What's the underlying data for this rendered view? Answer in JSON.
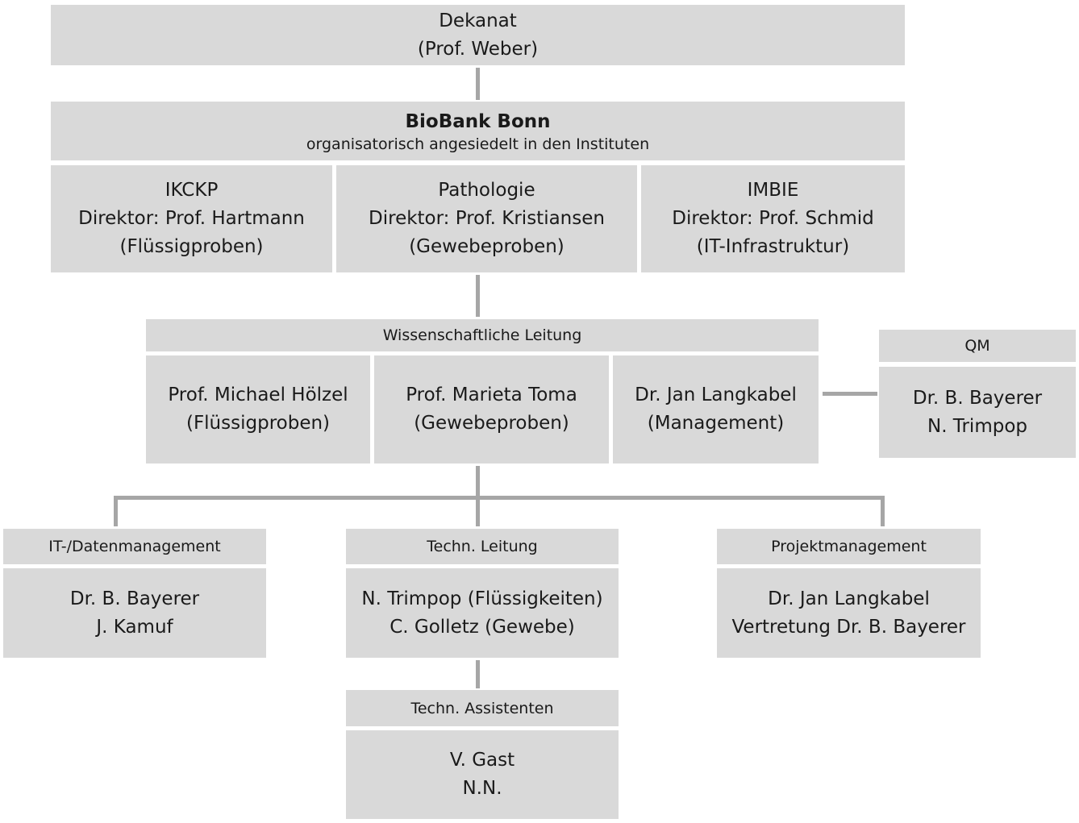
{
  "dekanat": {
    "title": "Dekanat",
    "person": "(Prof. Weber)"
  },
  "biobank": {
    "title": "BioBank Bonn",
    "subtitle": "organisatorisch angesiedelt in den Instituten"
  },
  "institutes": [
    {
      "name": "IKCKP",
      "director": "Direktor: Prof. Hartmann",
      "focus": "(Flüssigproben)"
    },
    {
      "name": "Pathologie",
      "director": "Direktor: Prof. Kristiansen",
      "focus": "(Gewebeproben)"
    },
    {
      "name": "IMBIE",
      "director": "Direktor: Prof. Schmid",
      "focus": "(IT-Infrastruktur)"
    }
  ],
  "leitung": {
    "header": "Wissenschaftliche Leitung",
    "members": [
      {
        "name": "Prof. Michael Hölzel",
        "role": "(Flüssigproben)"
      },
      {
        "name": "Prof. Marieta Toma",
        "role": "(Gewebeproben)"
      },
      {
        "name": "Dr. Jan Langkabel",
        "role": "(Management)"
      }
    ]
  },
  "qm": {
    "header": "QM",
    "line1": "Dr. B. Bayerer",
    "line2": "N. Trimpop"
  },
  "it": {
    "header": "IT-/Datenmanagement",
    "line1": "Dr. B. Bayerer",
    "line2": "J. Kamuf"
  },
  "techn": {
    "header": "Techn. Leitung",
    "line1": "N. Trimpop (Flüssigkeiten)",
    "line2": "C. Golletz (Gewebe)"
  },
  "projekt": {
    "header": "Projektmanagement",
    "line1": "Dr. Jan Langkabel",
    "line2": "Vertretung Dr. B. Bayerer"
  },
  "assist": {
    "header": "Techn. Assistenten",
    "line1": "V. Gast",
    "line2": "N.N."
  }
}
